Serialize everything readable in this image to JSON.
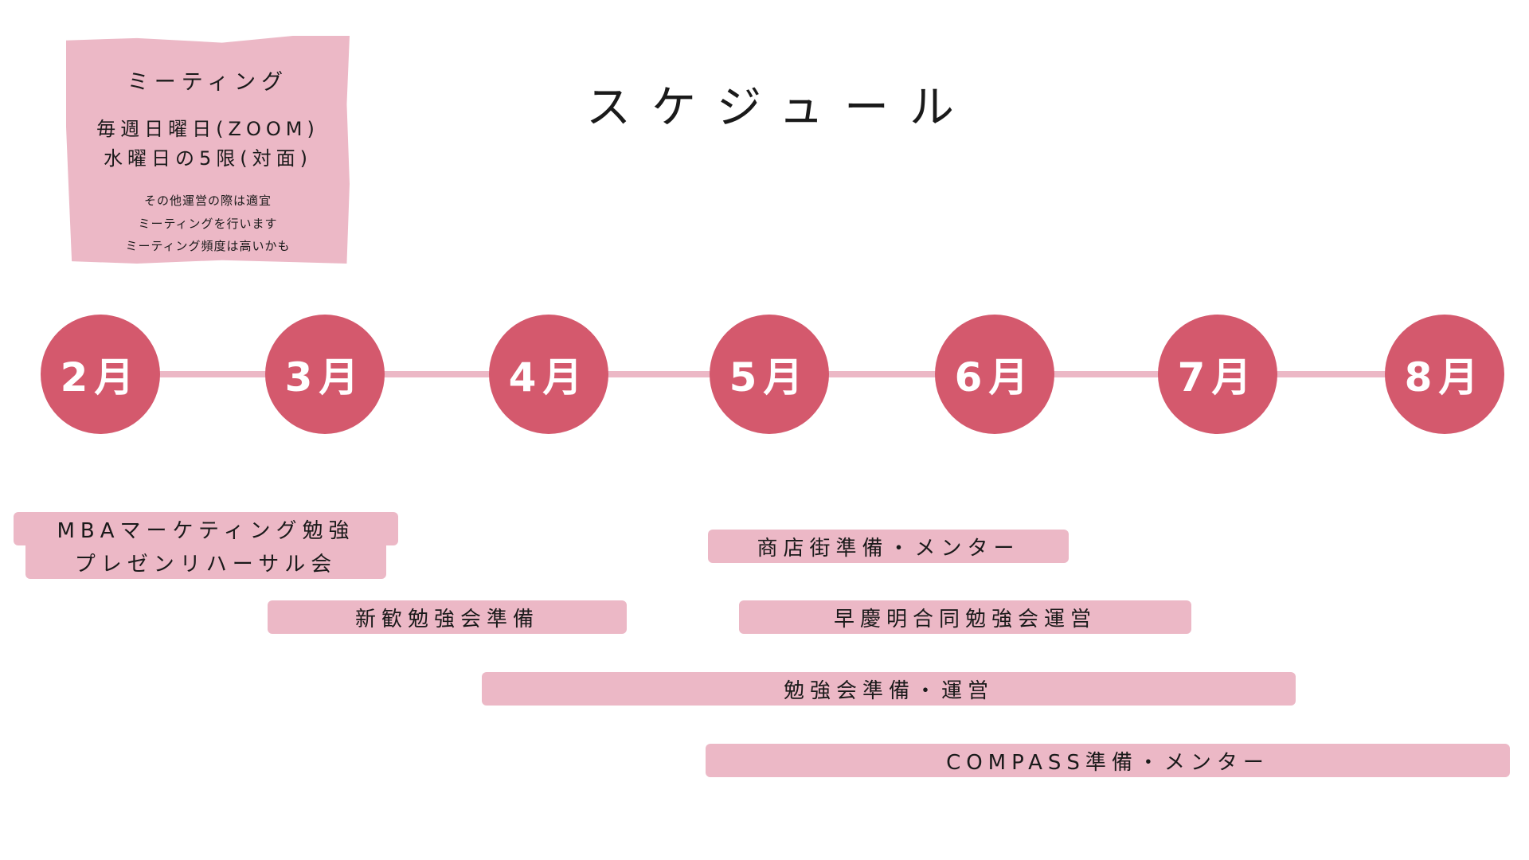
{
  "page": {
    "title": "スケジュール"
  },
  "meeting_note": {
    "title": "ミーティング",
    "line1": "毎週日曜日(ZOOM)",
    "line2": "水曜日の5限(対面)",
    "small1": "その他運営の際は適宜",
    "small2": "ミーティングを行います",
    "small3": "ミーティング頻度は高いかも"
  },
  "timeline": {
    "months": [
      "2月",
      "3月",
      "4月",
      "5月",
      "6月",
      "7月",
      "8月"
    ]
  },
  "tasks": {
    "mba_line1": "MBAマーケティング勉強",
    "mba_line2": "プレゼンリハーサル会",
    "welcome": "新歓勉強会準備",
    "shoten": "商店街準備・メンター",
    "sokeimei": "早慶明合同勉強会運営",
    "study": "勉強会準備・運営",
    "compass": "COMPASS準備・メンター"
  },
  "colors": {
    "month_circle": "#d4596d",
    "bar": "#ecb8c6",
    "line": "#ecb8c6"
  }
}
